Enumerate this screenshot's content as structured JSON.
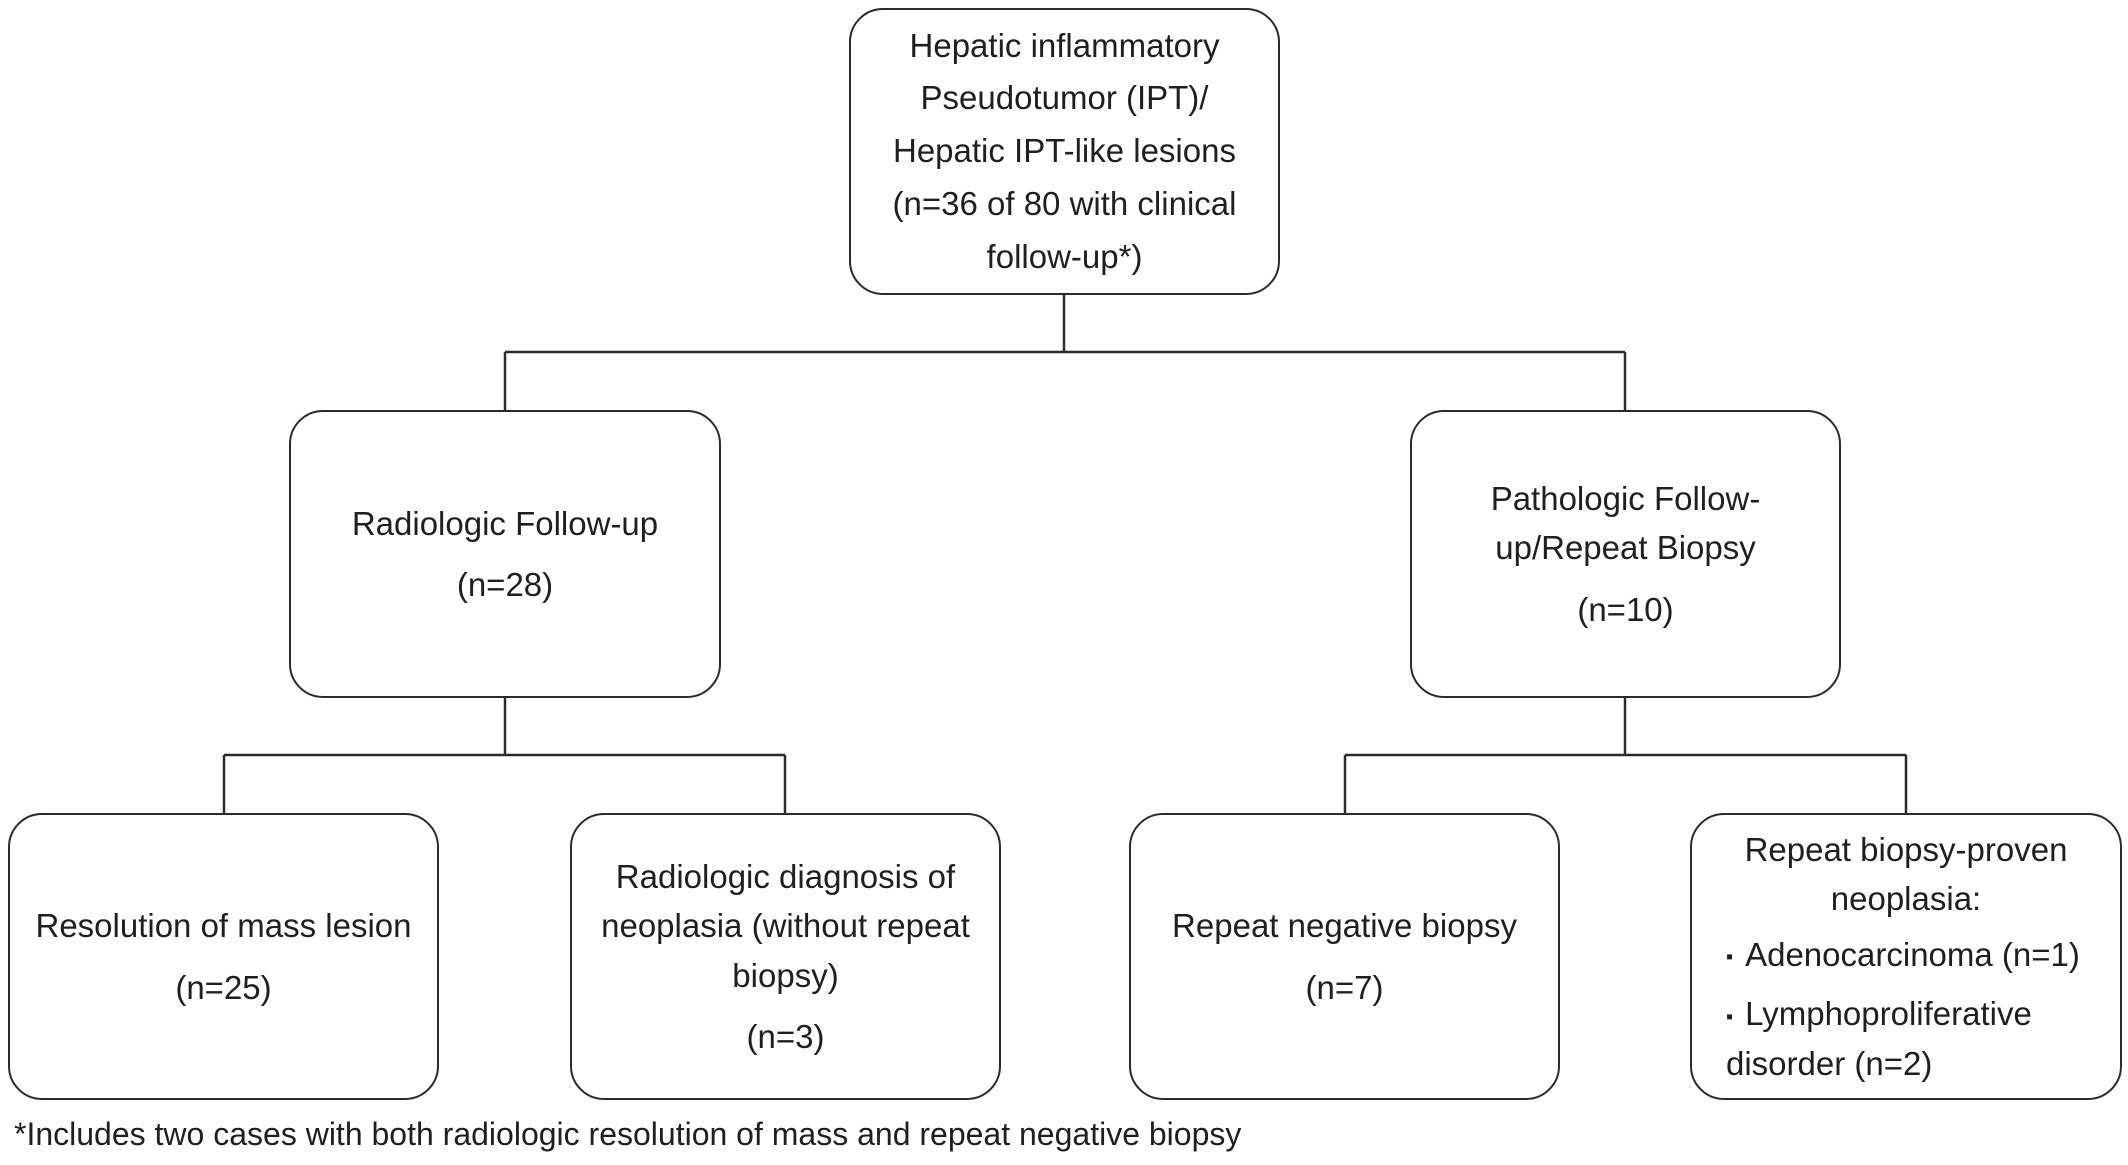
{
  "root": {
    "lines": [
      "Hepatic inflammatory",
      "Pseudotumor (IPT)/",
      "Hepatic IPT-like lesions",
      "(n=36 of 80 with clinical",
      "follow-up*)"
    ]
  },
  "radiologic": {
    "title": "Radiologic Follow-up",
    "count": "(n=28)"
  },
  "pathologic": {
    "title_lines": [
      "Pathologic Follow-",
      "up/Repeat Biopsy"
    ],
    "count": "(n=10)"
  },
  "resolution": {
    "title": "Resolution of mass lesion",
    "count": "(n=25)"
  },
  "radiologic_diagnosis": {
    "title_lines": [
      "Radiologic diagnosis of",
      "neoplasia (without repeat",
      "biopsy)"
    ],
    "count": "(n=3)"
  },
  "negative_biopsy": {
    "title": "Repeat negative biopsy",
    "count": "(n=7)"
  },
  "neoplasia": {
    "title_lines": [
      "Repeat biopsy-proven",
      "neoplasia:"
    ],
    "bullets": [
      {
        "lines": [
          "Adenocarcinoma (n=1)"
        ]
      },
      {
        "lines": [
          "Lymphoproliferative",
          "disorder (n=2)"
        ]
      }
    ]
  },
  "footnote": "*Includes two cases with both radiologic resolution of mass and repeat negative biopsy"
}
